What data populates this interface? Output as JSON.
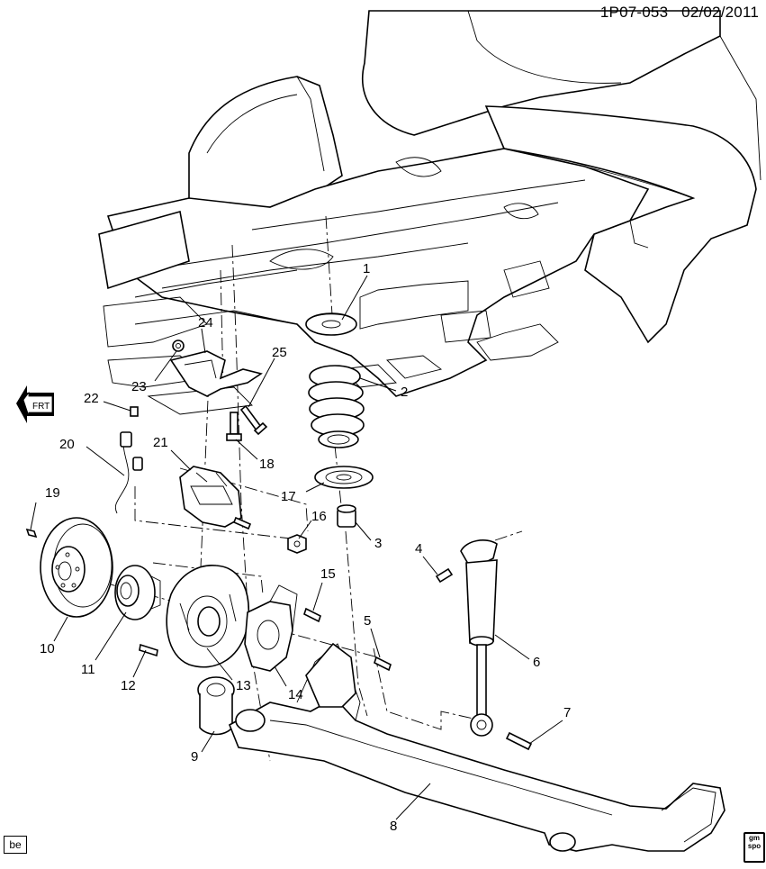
{
  "header": {
    "diagram_id": "1P07-053",
    "date": "02/02/2011"
  },
  "corner_badge": "be",
  "logo": {
    "line1": "gm",
    "line2": "spo"
  },
  "callouts": [
    {
      "n": "1"
    },
    {
      "n": "2"
    },
    {
      "n": "3"
    },
    {
      "n": "4"
    },
    {
      "n": "5"
    },
    {
      "n": "6"
    },
    {
      "n": "7"
    },
    {
      "n": "8"
    },
    {
      "n": "9"
    },
    {
      "n": "10"
    },
    {
      "n": "11"
    },
    {
      "n": "12"
    },
    {
      "n": "13"
    },
    {
      "n": "14"
    },
    {
      "n": "15"
    },
    {
      "n": "16"
    },
    {
      "n": "17"
    },
    {
      "n": "18"
    },
    {
      "n": "19"
    },
    {
      "n": "20"
    },
    {
      "n": "21"
    },
    {
      "n": "22"
    },
    {
      "n": "23"
    },
    {
      "n": "24"
    },
    {
      "n": "25"
    }
  ],
  "front_indicator": {
    "icon": "front-arrow-icon",
    "text": "FRT"
  }
}
